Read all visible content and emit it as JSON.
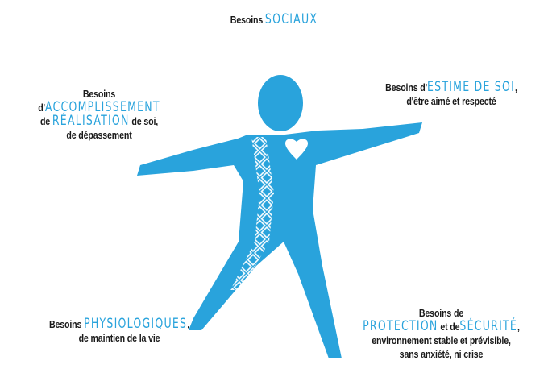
{
  "diagram": {
    "social": {
      "prefix": "Besoins",
      "highlight": "SOCIAUX"
    },
    "self_actualization": {
      "line1": "Besoins",
      "line2_prefix": "d'",
      "line2_highlight": "ACCOMPLISSEMENT",
      "line3_prefix": "de",
      "line3_highlight": "RÉALISATION",
      "line3_suffix": "de soi,",
      "line4": "de dépassement"
    },
    "esteem": {
      "line1_prefix": "Besoins d'",
      "line1_highlight": "ESTIME DE SOI",
      "line1_suffix": ",",
      "line2": "d'être aimé et respecté"
    },
    "physiological": {
      "line1_prefix": "Besoins",
      "line1_highlight": "PHYSIOLOGIQUES",
      "line1_suffix": ",",
      "line2": "de maintien de la vie"
    },
    "safety": {
      "line1": "Besoins de",
      "line2_highlight1": "PROTECTION",
      "line2_middle": "et de",
      "line2_highlight2": "SÉCURITÉ",
      "line2_suffix": ",",
      "line3": "environnement stable et prévisible,",
      "line4": "sans anxiété, ni crise"
    }
  },
  "colors": {
    "figure": "#29a3dc",
    "text": "#1a1a1a",
    "highlight": "#29a3dc",
    "heart": "#ffffff"
  },
  "icons": [
    "human-figure-icon",
    "heart-icon"
  ]
}
